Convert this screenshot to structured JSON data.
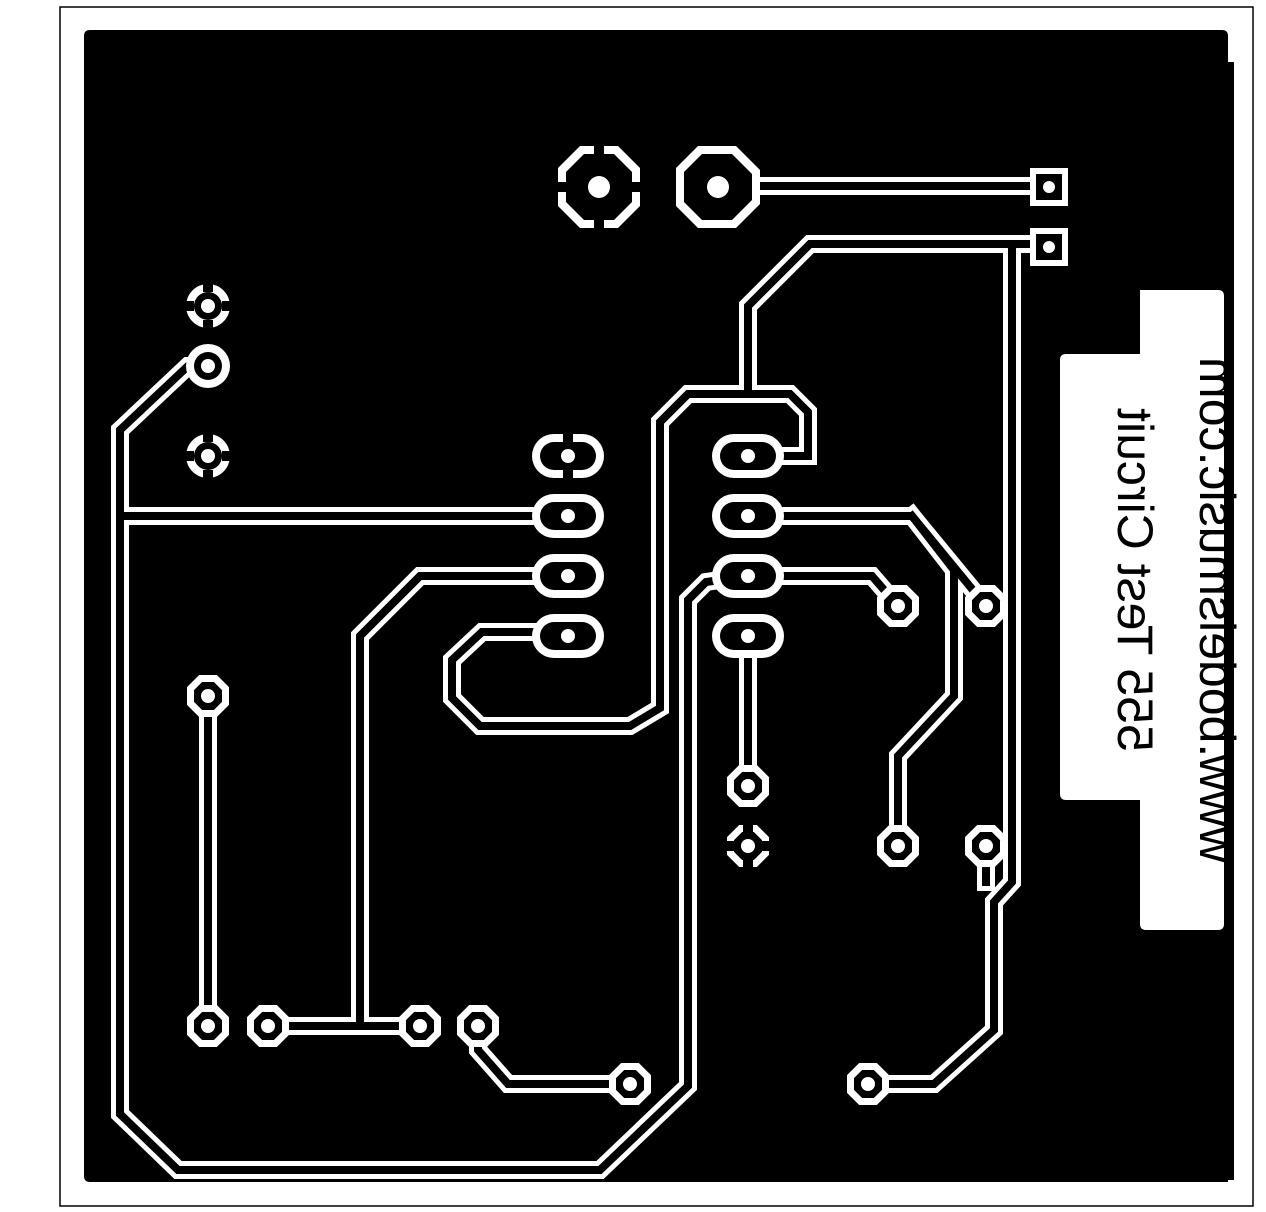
{
  "board": {
    "label_line1": "www.bodelsmusic.com",
    "label_line2": "555 Test Circuit",
    "copper_color": "#000000",
    "background_color": "#ffffff",
    "trace_outline_color": "#ffffff",
    "text_orientation": "mirrored, rotated 90 degrees"
  },
  "components": {
    "ic": {
      "name": "555 timer IC",
      "package": "DIP-8",
      "pins": 8
    },
    "power_pads": {
      "name": "power connector",
      "pads": 2
    },
    "header": {
      "name": "2-pin square pad header",
      "pads": 2
    }
  }
}
